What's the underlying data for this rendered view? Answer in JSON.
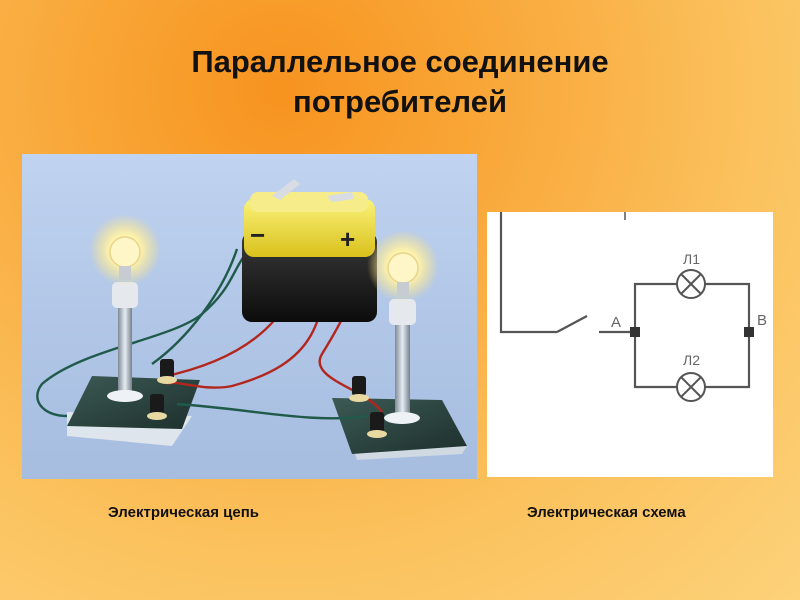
{
  "slide": {
    "title_line1": "Параллельное соединение",
    "title_line2": "потребителей",
    "caption_left": "Электрическая цепь",
    "caption_right": "Электрическая схема"
  },
  "battery": {
    "minus": "−",
    "plus": "+"
  },
  "schematic": {
    "node_a": "А",
    "node_b": "В",
    "lamp1_label": "Л1",
    "lamp2_label": "Л2"
  },
  "colors": {
    "background": "#f9a83a",
    "battery_top": "#f2e23a",
    "battery_body": "#1a1a1a",
    "wire_red": "#b3261e",
    "wire_green": "#1f5a4a"
  }
}
